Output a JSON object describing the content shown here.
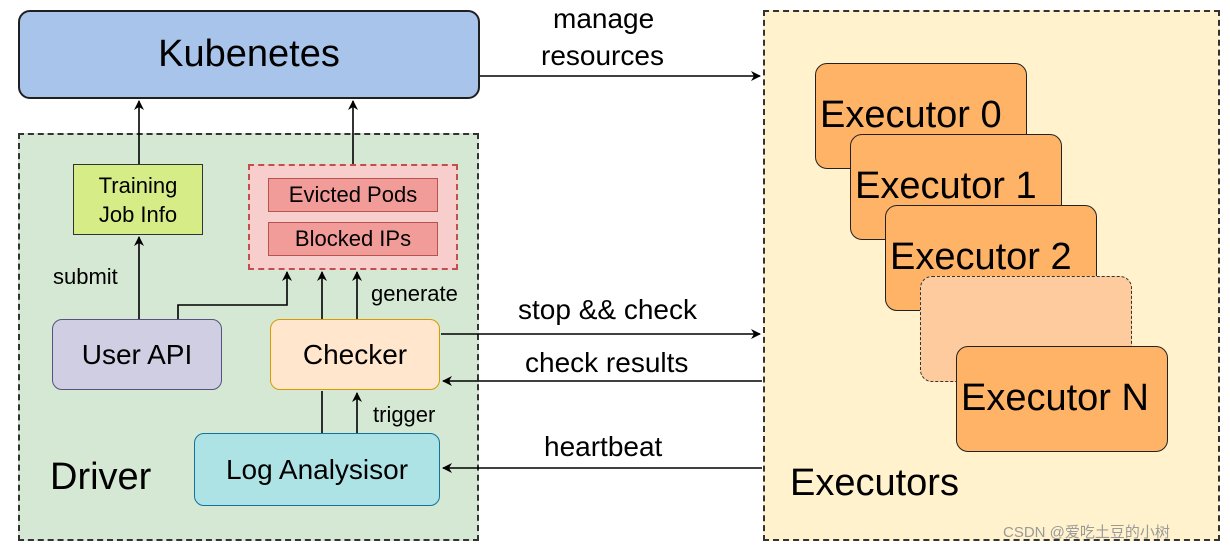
{
  "kubernetes": {
    "label": "Kubenetes"
  },
  "driver": {
    "label": "Driver"
  },
  "executors": {
    "label": "Executors",
    "items": [
      "Executor 0",
      "Executor 1",
      "Executor 2",
      "",
      "Executor N"
    ]
  },
  "training_job": {
    "line1": "Training",
    "line2": "Job Info"
  },
  "blocked_group": {
    "evicted": "Evicted Pods",
    "blocked": "Blocked IPs"
  },
  "user_api": {
    "label": "User API"
  },
  "checker": {
    "label": "Checker"
  },
  "log_analysisor": {
    "label": "Log Analysisor"
  },
  "edges": {
    "manage_line1": "manage",
    "manage_line2": "resources",
    "submit": "submit",
    "generate": "generate",
    "trigger": "trigger",
    "stop_check": "stop && check",
    "check_results": "check results",
    "heartbeat": "heartbeat"
  },
  "watermark": "CSDN @爱吃土豆的小树",
  "colors": {
    "kubernetes": "#a9c4eb",
    "driver_bg": "#d5e8d4",
    "executors_bg": "#fff2cc",
    "executor": "#ffb366",
    "checker": "#ffe6cc",
    "user_api": "#d0cee2",
    "log_analysisor": "#aee3e6"
  }
}
